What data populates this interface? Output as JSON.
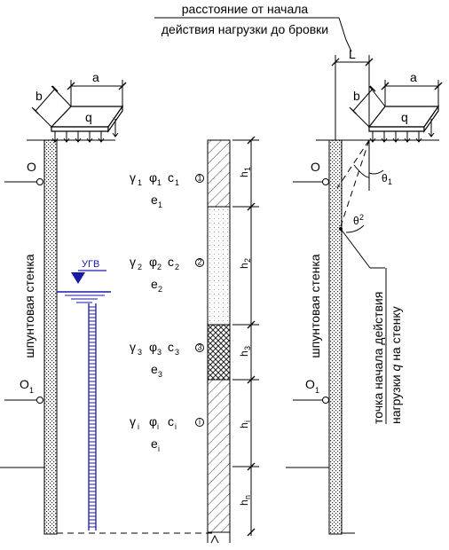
{
  "header_label": {
    "line1": "расстояние от начала",
    "line2": "действия нагрузки до бровки"
  },
  "left_scheme": {
    "wall_label": "шпунтовая стенка",
    "anchor_top": "O",
    "anchor_bottom": "O",
    "anchor_bottom_sub": "1",
    "water_label": "УГВ",
    "load": {
      "q": "q",
      "a": "a",
      "b": "b"
    }
  },
  "right_scheme": {
    "wall_label": "шпунтовая стенка",
    "anchor_top": "O",
    "anchor_bottom": "O",
    "anchor_bottom_sub": "1",
    "load": {
      "q": "q",
      "a": "a",
      "b": "b"
    },
    "distance_L": "L",
    "angle1": "θ",
    "angle1_sub": "1",
    "angle2": "θ",
    "angle2_sub": "2",
    "point_label_line1": "точка начала действия",
    "point_label_line2_pre": "нагрузки ",
    "point_label_line2_q": "q",
    "point_label_line2_post": " на стенку"
  },
  "soil_column": {
    "layers": [
      {
        "num": "1",
        "gamma": "γ",
        "phi": "φ",
        "c": "c",
        "e": "e",
        "sub": "1",
        "h": "h",
        "h_sub": "1"
      },
      {
        "num": "2",
        "gamma": "γ",
        "phi": "φ",
        "c": "c",
        "e": "e",
        "sub": "2",
        "h": "h",
        "h_sub": "2"
      },
      {
        "num": "3",
        "gamma": "γ",
        "phi": "φ",
        "c": "c",
        "e": "e",
        "sub": "3",
        "h": "h",
        "h_sub": "3"
      },
      {
        "num": "i",
        "gamma": "γ",
        "phi": "φ",
        "c": "c",
        "e": "e",
        "sub": "i",
        "h": "h",
        "h_sub": "i"
      }
    ],
    "last_h": "h",
    "last_h_sub": "n"
  }
}
